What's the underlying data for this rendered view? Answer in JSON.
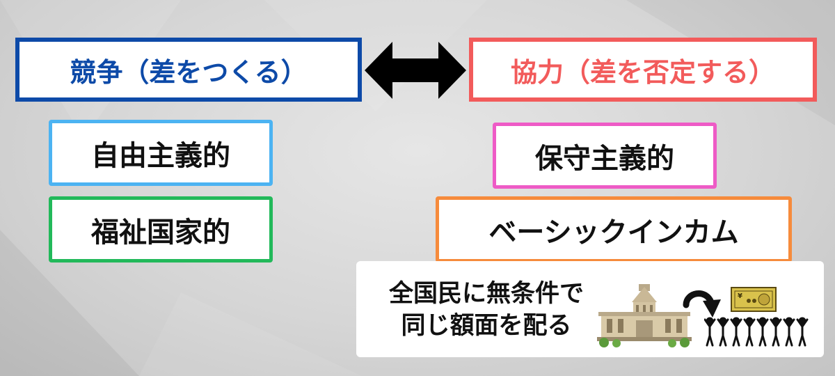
{
  "left": {
    "header": "競争（差をつくる）",
    "header_color": "#0d4aa8",
    "items": [
      {
        "label": "自由主義的",
        "border_color": "#4cb3f2"
      },
      {
        "label": "福祉国家的",
        "border_color": "#22b95a"
      }
    ]
  },
  "right": {
    "header": "協力（差を否定する）",
    "header_color": "#f25b5b",
    "items": [
      {
        "label": "保守主義的",
        "border_color": "#ee5bc6"
      },
      {
        "label": "ベーシックインカム",
        "border_color": "#f68b3c"
      }
    ]
  },
  "arrow": {
    "icon": "double-headed-arrow-icon",
    "color": "#000000"
  },
  "note": {
    "line1": "全国民に無条件で",
    "line2": "同じ額面を配る",
    "icons": [
      "parliament-building-icon",
      "curved-arrow-icon",
      "yen-banknote-icon",
      "people-group-icon"
    ]
  }
}
